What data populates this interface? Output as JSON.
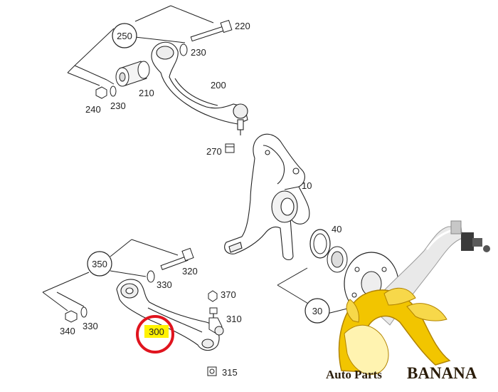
{
  "diagram": {
    "callouts": {
      "p250": "250",
      "p220": "220",
      "p230a": "230",
      "p200": "200",
      "p210": "210",
      "p240": "240",
      "p230b": "230",
      "p270": "270",
      "p10": "10",
      "p40": "40",
      "p350": "350",
      "p320": "320",
      "p330a": "330",
      "p370": "370",
      "p310": "310",
      "p340": "340",
      "p330b": "330",
      "p300": "300",
      "p315": "315",
      "p30": "30"
    },
    "highlight": {
      "part": "300",
      "marker_color": "#fff200",
      "ring_color": "#e0141e"
    }
  },
  "watermark": {
    "text_left": "Auto Parts",
    "text_right": "BANANA",
    "banana_color": "#f2c500"
  }
}
